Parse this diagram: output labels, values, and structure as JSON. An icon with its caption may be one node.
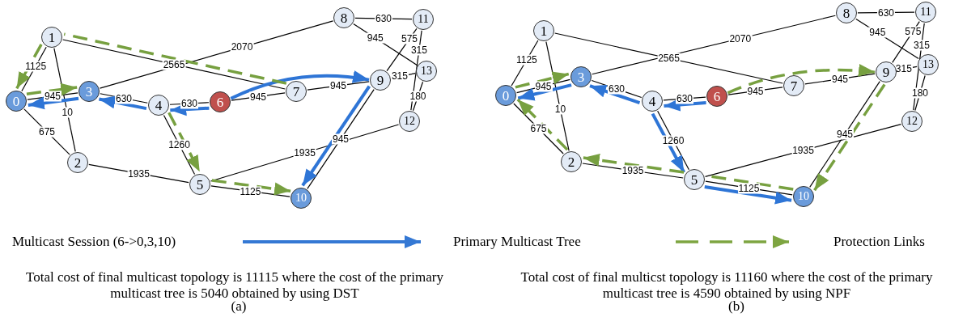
{
  "diagram": {
    "nodes": [
      {
        "text": [
          "0"
        ]
      },
      {
        "text": [
          "1"
        ]
      },
      {
        "text": [
          "2"
        ]
      },
      {
        "text": [
          "3"
        ]
      },
      {
        "text": [
          "4"
        ]
      },
      {
        "text": [
          "5"
        ]
      },
      {
        "text": [
          "6"
        ]
      },
      {
        "text": [
          "7"
        ]
      },
      {
        "text": [
          "8"
        ]
      },
      {
        "text": [
          "9"
        ]
      },
      {
        "text": [
          "10"
        ]
      },
      {
        "text": [
          "11"
        ]
      },
      {
        "text": [
          "12"
        ]
      },
      {
        "text": [
          "13"
        ]
      },
      {
        "text": [
          "0"
        ]
      },
      {
        "text": [
          "1"
        ]
      },
      {
        "text": [
          "2"
        ]
      },
      {
        "text": [
          "3"
        ]
      },
      {
        "text": [
          "4"
        ]
      },
      {
        "text": [
          "5"
        ]
      },
      {
        "text": [
          "6"
        ]
      },
      {
        "text": [
          "7"
        ]
      },
      {
        "text": [
          "8"
        ]
      },
      {
        "text": [
          "9"
        ]
      },
      {
        "text": [
          "10"
        ]
      },
      {
        "text": [
          "11"
        ]
      },
      {
        "text": [
          "12"
        ]
      },
      {
        "text": [
          "13"
        ]
      }
    ],
    "edges": [
      {
        "from": 0,
        "to": 1,
        "arrow": "none",
        "label": "1125"
      },
      {
        "from": 0,
        "to": 2,
        "arrow": "none",
        "label": "675"
      },
      {
        "from": 0,
        "to": 3,
        "arrow": "none",
        "label": "945"
      },
      {
        "from": 1,
        "to": 2,
        "arrow": "none",
        "label": "10"
      },
      {
        "from": 1,
        "to": 7,
        "arrow": "none",
        "label": "2565"
      },
      {
        "from": 2,
        "to": 5,
        "arrow": "none",
        "label": "1935"
      },
      {
        "from": 3,
        "to": 4,
        "arrow": "none",
        "label": "630"
      },
      {
        "from": 3,
        "to": 8,
        "arrow": "none",
        "label": "2070"
      },
      {
        "from": 4,
        "to": 5,
        "arrow": "none",
        "label": "1260"
      },
      {
        "from": 4,
        "to": 6,
        "arrow": "none",
        "label": "630"
      },
      {
        "from": 5,
        "to": 10,
        "arrow": "none",
        "label": "1125"
      },
      {
        "from": 5,
        "to": 12,
        "arrow": "none",
        "label": "1935"
      },
      {
        "from": 6,
        "to": 7,
        "arrow": "none",
        "label": "945"
      },
      {
        "from": 7,
        "to": 9,
        "arrow": "none",
        "label": "945"
      },
      {
        "from": 8,
        "to": 11,
        "arrow": "none",
        "label": "630"
      },
      {
        "from": 8,
        "to": 13,
        "arrow": "none",
        "label": "945"
      },
      {
        "from": 9,
        "to": 10,
        "arrow": "none",
        "label": "945"
      },
      {
        "from": 9,
        "to": 11,
        "arrow": "none",
        "label": "575"
      },
      {
        "from": 9,
        "to": 13,
        "arrow": "none",
        "label": "315"
      },
      {
        "from": 11,
        "to": 12,
        "arrow": "none",
        "label": "315"
      },
      {
        "from": 12,
        "to": 13,
        "arrow": "none",
        "label": "180"
      },
      {
        "from": 6,
        "to": 4,
        "arrow": "to",
        "style": "thick",
        "color": "#2e75d6"
      },
      {
        "from": 4,
        "to": 3,
        "arrow": "to",
        "style": "thick",
        "color": "#2e75d6"
      },
      {
        "from": 3,
        "to": 0,
        "arrow": "to",
        "style": "thick",
        "color": "#2e75d6"
      },
      {
        "from": 6,
        "to": 9,
        "arrow": "to",
        "style": "thick",
        "color": "#2e75d6"
      },
      {
        "from": 9,
        "to": 10,
        "arrow": "to",
        "style": "thick",
        "color": "#2e75d6"
      },
      {
        "from": 7,
        "to": 1,
        "arrow": "none",
        "style": "dashed",
        "color": "#77a040"
      },
      {
        "from": 1,
        "to": 0,
        "arrow": "to",
        "style": "dashed",
        "color": "#77a040"
      },
      {
        "from": 0,
        "to": 3,
        "arrow": "to",
        "style": "dashed",
        "color": "#77a040"
      },
      {
        "from": 4,
        "to": 5,
        "arrow": "to",
        "style": "dashed",
        "color": "#77a040"
      },
      {
        "from": 5,
        "to": 10,
        "arrow": "to",
        "style": "dashed",
        "color": "#77a040"
      },
      {
        "from": 14,
        "to": 15,
        "arrow": "none",
        "label": "1125"
      },
      {
        "from": 14,
        "to": 16,
        "arrow": "none",
        "label": "675"
      },
      {
        "from": 14,
        "to": 17,
        "arrow": "none",
        "label": "945"
      },
      {
        "from": 15,
        "to": 16,
        "arrow": "none",
        "label": "10"
      },
      {
        "from": 15,
        "to": 21,
        "arrow": "none",
        "label": "2565"
      },
      {
        "from": 16,
        "to": 19,
        "arrow": "none",
        "label": "1935"
      },
      {
        "from": 17,
        "to": 18,
        "arrow": "none",
        "label": "630"
      },
      {
        "from": 17,
        "to": 22,
        "arrow": "none",
        "label": "2070"
      },
      {
        "from": 18,
        "to": 19,
        "arrow": "none",
        "label": "1260"
      },
      {
        "from": 18,
        "to": 20,
        "arrow": "none",
        "label": "630"
      },
      {
        "from": 19,
        "to": 24,
        "arrow": "none",
        "label": "1125"
      },
      {
        "from": 19,
        "to": 26,
        "arrow": "none",
        "label": "1935"
      },
      {
        "from": 20,
        "to": 21,
        "arrow": "none",
        "label": "945"
      },
      {
        "from": 21,
        "to": 23,
        "arrow": "none",
        "label": "945"
      },
      {
        "from": 22,
        "to": 25,
        "arrow": "none",
        "label": "630"
      },
      {
        "from": 22,
        "to": 27,
        "arrow": "none",
        "label": "945"
      },
      {
        "from": 23,
        "to": 24,
        "arrow": "none",
        "label": "945"
      },
      {
        "from": 23,
        "to": 25,
        "arrow": "none",
        "label": "575"
      },
      {
        "from": 23,
        "to": 27,
        "arrow": "none",
        "label": "315"
      },
      {
        "from": 25,
        "to": 26,
        "arrow": "none",
        "label": "315"
      },
      {
        "from": 26,
        "to": 27,
        "arrow": "none",
        "label": "180"
      },
      {
        "from": 20,
        "to": 18,
        "arrow": "to",
        "style": "thick",
        "color": "#2e75d6"
      },
      {
        "from": 18,
        "to": 17,
        "arrow": "to",
        "style": "thick",
        "color": "#2e75d6"
      },
      {
        "from": 17,
        "to": 14,
        "arrow": "to",
        "style": "thick",
        "color": "#2e75d6"
      },
      {
        "from": 18,
        "to": 19,
        "arrow": "to",
        "style": "thick",
        "color": "#2e75d6"
      },
      {
        "from": 19,
        "to": 24,
        "arrow": "to",
        "style": "thick",
        "color": "#2e75d6"
      },
      {
        "from": 20,
        "to": 23,
        "arrow": "to",
        "style": "dashed",
        "color": "#77a040"
      },
      {
        "from": 23,
        "to": 24,
        "arrow": "to",
        "style": "dashed",
        "color": "#77a040"
      },
      {
        "from": 24,
        "to": 19,
        "arrow": "none",
        "style": "dashed",
        "color": "#77a040"
      },
      {
        "from": 19,
        "to": 16,
        "arrow": "to",
        "style": "dashed",
        "color": "#77a040"
      },
      {
        "from": 16,
        "to": 14,
        "arrow": "to",
        "style": "dashed",
        "color": "#77a040"
      },
      {
        "from": 14,
        "to": 17,
        "arrow": "to",
        "style": "dashed",
        "color": "#77a040"
      }
    ],
    "labels": [
      "Multicast Session (6->0,3,10)",
      "Total cost of final multicast topology is 11115 where the cost of the primary multicast tree is 5040 obtained by using DST",
      "Total cost of final multicst topology is 11160 where the cost of the primary multicast tree is 4590 obtained by using NPF",
      "(a)",
      "(b)"
    ],
    "legend": [
      {
        "text": "Primary Multicast Tree"
      },
      {
        "text": "Protection Links"
      }
    ]
  }
}
